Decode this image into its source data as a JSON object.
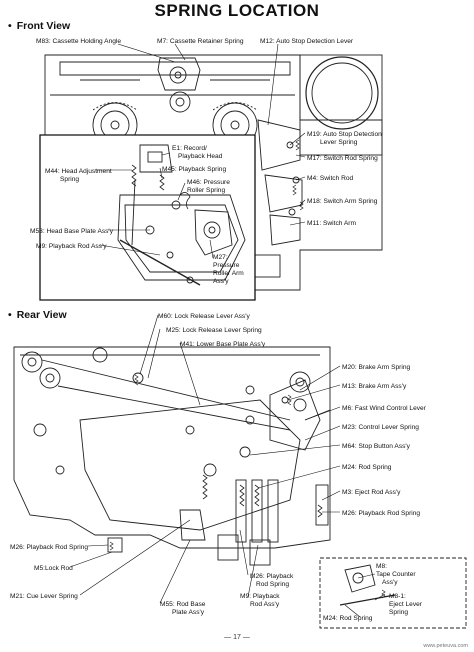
{
  "title": "SPRING LOCATION",
  "sections": {
    "front": "Front View",
    "rear": "Rear View"
  },
  "front_labels": {
    "m83": "M83: Cassette Holding Angle",
    "m7": "M7: Cassette Retainer Spring",
    "m12": "M12: Auto Stop Detection Lever",
    "m19_1": "M19: Auto Stop Detection",
    "m19_2": "Lever Spring",
    "m17": "M17: Switch Rod Spring",
    "m4": "M4: Switch Rod",
    "m18": "M18: Switch Arm Spring",
    "m11": "M11: Switch Arm",
    "e1_1": "E1: Record/",
    "e1_2": "Playback Head",
    "m44_1": "M44: Head Adjustment",
    "m44_2": "Spring",
    "m45": "M45: Playback Spring",
    "m46_1": "M46: Pressure",
    "m46_2": "Roller Spring",
    "m53": "M53: Head Base Plate Ass'y",
    "m9": "M9: Playback Rod Ass'y",
    "m27_1": "M27:",
    "m27_2": "Pressure",
    "m27_3": "Roller Arm",
    "m27_4": "Ass'y"
  },
  "rear_labels": {
    "m60": "M60: Lock Release Lever Ass'y",
    "m25": "M25: Lock Release Lever Spring",
    "m41": "M41: Lower Base Plate Ass'y",
    "m20": "M20: Brake Arm Spring",
    "m13": "M13: Brake Arm Ass'y",
    "m6": "M6: Fast Wind Control Lever",
    "m23": "M23: Control Lever Spring",
    "m64": "M64: Stop Button Ass'y",
    "m24": "M24: Rod Spring",
    "m3": "M3: Eject Rod Ass'y",
    "m26r": "M26: Playback Rod Spring",
    "m26l": "M26: Playback Rod Spring",
    "m5": "M5:Lock Rod",
    "m21": "M21: Cue Lever Spring",
    "m55_1": "M55: Rod Base",
    "m55_2": "Plate Ass'y",
    "m26b_1": "M26: Playback",
    "m26b_2": "Rod Spring",
    "m9b_1": "M9: Playback",
    "m9b_2": "Rod Ass'y",
    "m8_1": "M8:",
    "m8_2": "Tape Counter",
    "m8_3": "Ass'y",
    "m81_1": "M8-1:",
    "m81_2": "Eject Lever",
    "m81_3": "Spring",
    "m24b": "M24: Rod Spring"
  },
  "page_number": "— 17 —",
  "watermark": "www.peteuva.com"
}
